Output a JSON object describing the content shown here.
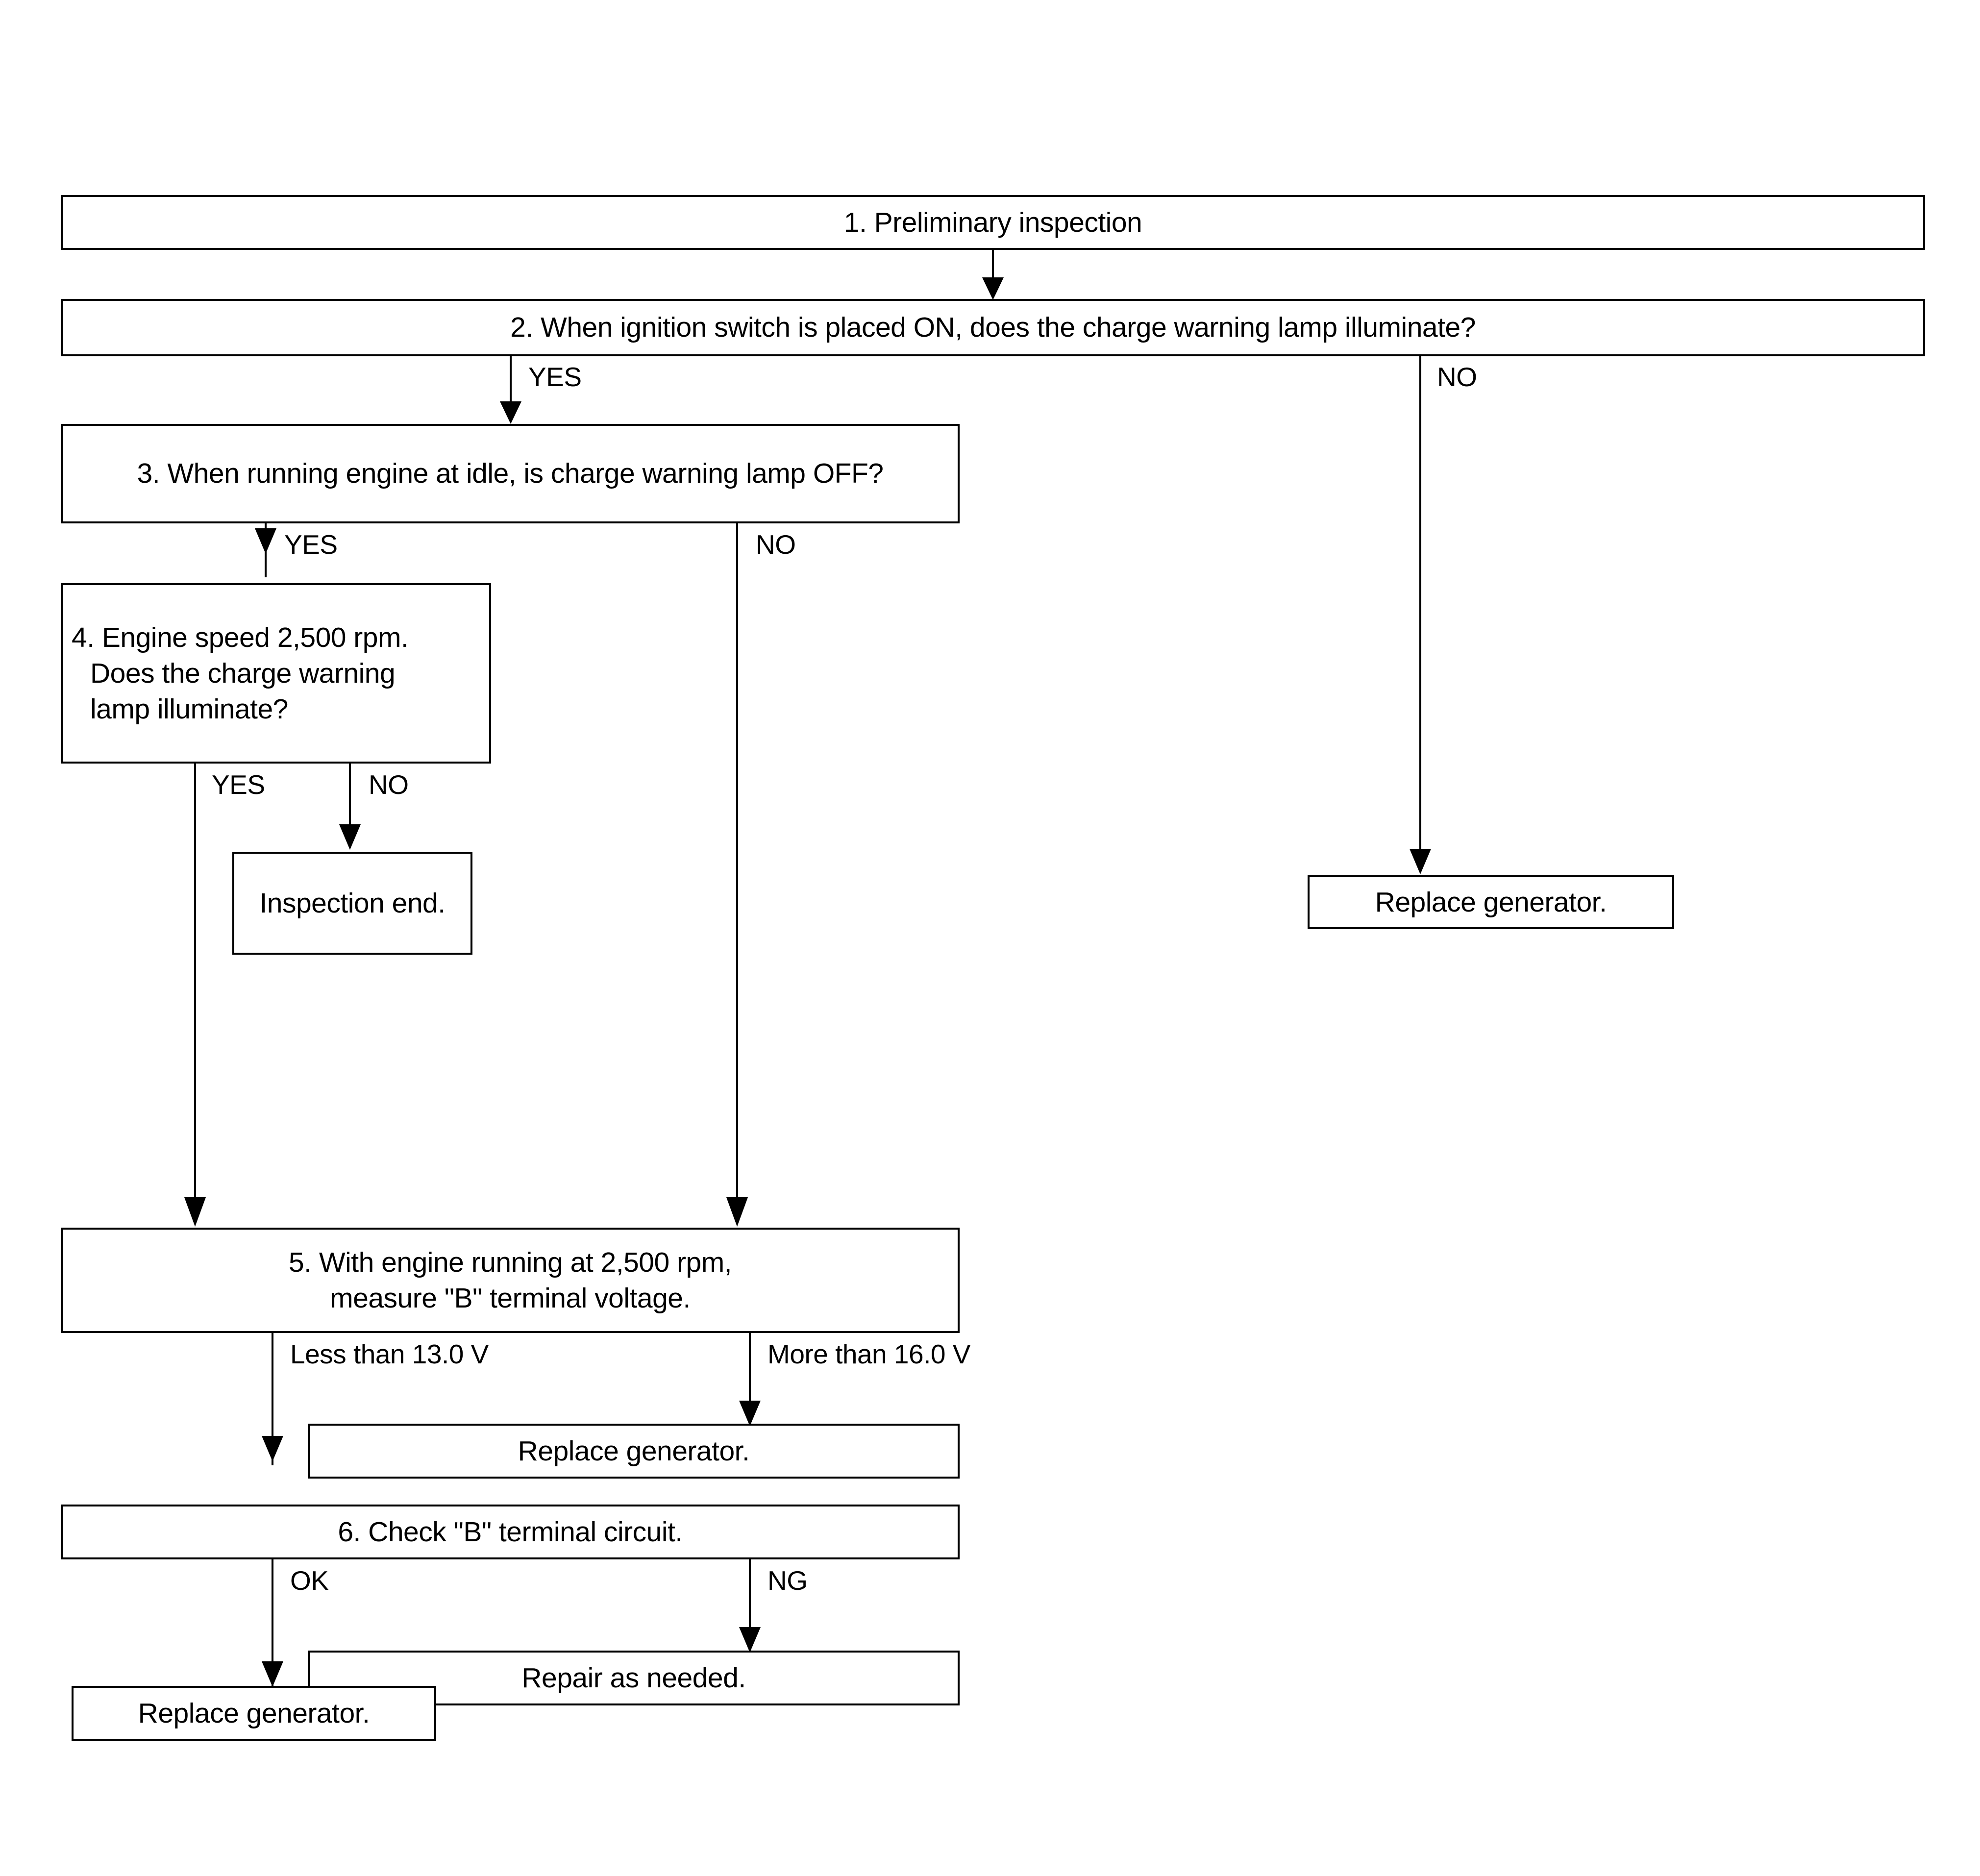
{
  "diagram": {
    "title": "Charging system diagnostic flowchart",
    "colors": {
      "line": "#000000",
      "box_fill": "#ffffff",
      "text": "#000000"
    },
    "nodes": {
      "step1": "1. Preliminary inspection",
      "step2": "2. When ignition switch is placed ON, does the charge warning lamp illuminate?",
      "step3": "3. When running engine at idle, is charge warning lamp OFF?",
      "step4": "4. Engine speed 2,500 rpm.\nDoes the charge warning\nlamp illuminate?",
      "inspection_end": "Inspection end.",
      "replace_generator_right": "Replace generator.",
      "step5": "5. With engine running at 2,500 rpm,\nmeasure \"B\" terminal voltage.",
      "replace_generator_mid": "Replace generator.",
      "step6": "6. Check \"B\" terminal circuit.",
      "repair_as_needed": "Repair as needed.",
      "replace_generator_bottom": "Replace generator."
    },
    "edge_labels": {
      "step2_yes": "YES",
      "step2_no": "NO",
      "step3_yes": "YES",
      "step3_no": "NO",
      "step4_yes": "YES",
      "step4_no": "NO",
      "step5_less": "Less than 13.0 V",
      "step5_more": "More than 16.0 V",
      "step6_ok": "OK",
      "step6_ng": "NG"
    }
  }
}
